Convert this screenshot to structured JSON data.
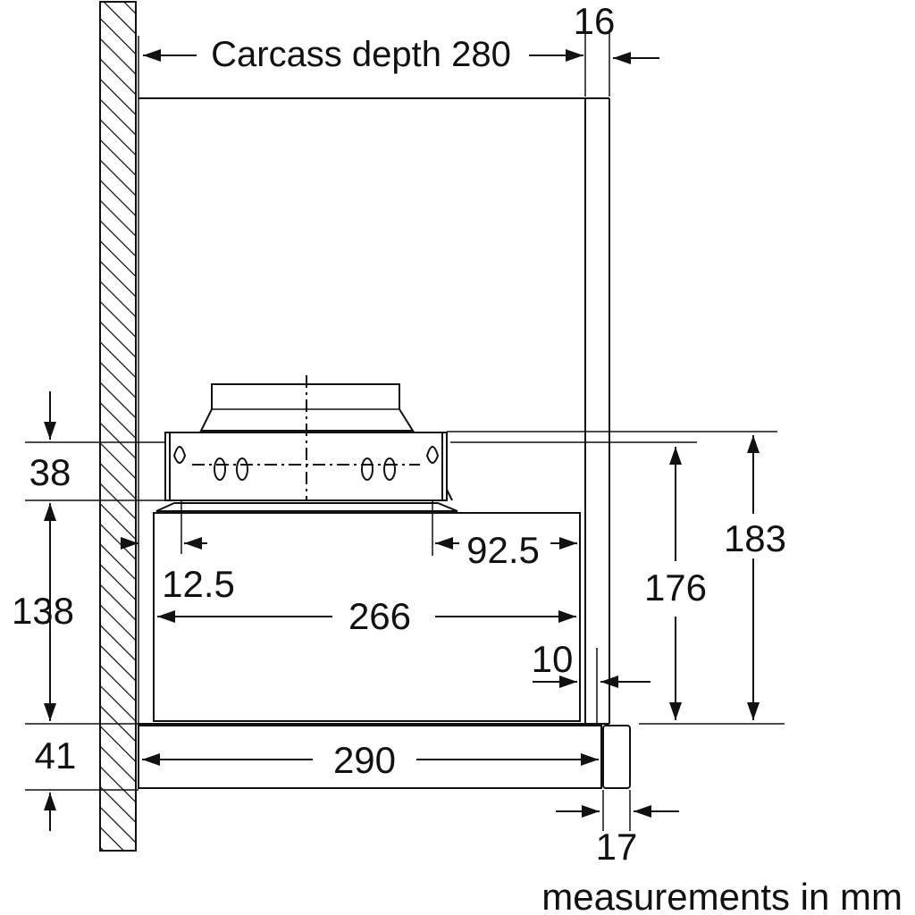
{
  "diagram": {
    "labels": {
      "carcass_depth": "Carcass depth 280",
      "top_right_gap": "16",
      "left_38": "38",
      "left_138": "138",
      "left_41": "41",
      "offset_12_5": "12.5",
      "offset_92_5": "92.5",
      "width_266": "266",
      "width_290": "290",
      "right_10": "10",
      "right_17": "17",
      "height_176": "176",
      "height_183": "183"
    },
    "footer": "measurements in mm",
    "colors": {
      "line": "#111111",
      "background": "#ffffff"
    }
  }
}
